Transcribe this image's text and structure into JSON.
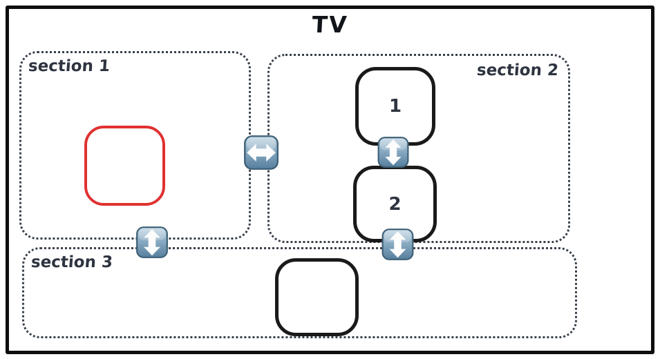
{
  "diagram": {
    "title": "TV",
    "sections": {
      "section1": {
        "label": "section 1"
      },
      "section2": {
        "label": "section 2"
      },
      "section3": {
        "label": "section 3"
      }
    },
    "boxes": {
      "red_box": {
        "label": "",
        "border_color": "#e03131"
      },
      "box1": {
        "label": "1",
        "border_color": "#1a1a1a"
      },
      "box2": {
        "label": "2",
        "border_color": "#1a1a1a"
      },
      "box3": {
        "label": "",
        "border_color": "#1a1a1a"
      }
    },
    "icons": {
      "horizontal_resize": "left-right-arrow",
      "vertical_resize": "up-down-arrow"
    },
    "colors": {
      "frame_border": "#0e0e0e",
      "section_dotted_border": "#39404a",
      "text": "#2e3440",
      "icon_blue_top": "#c6d9e6",
      "icon_blue_bottom": "#567f9e",
      "icon_edge": "#3e6076",
      "arrow_fill": "#ffffff"
    }
  }
}
